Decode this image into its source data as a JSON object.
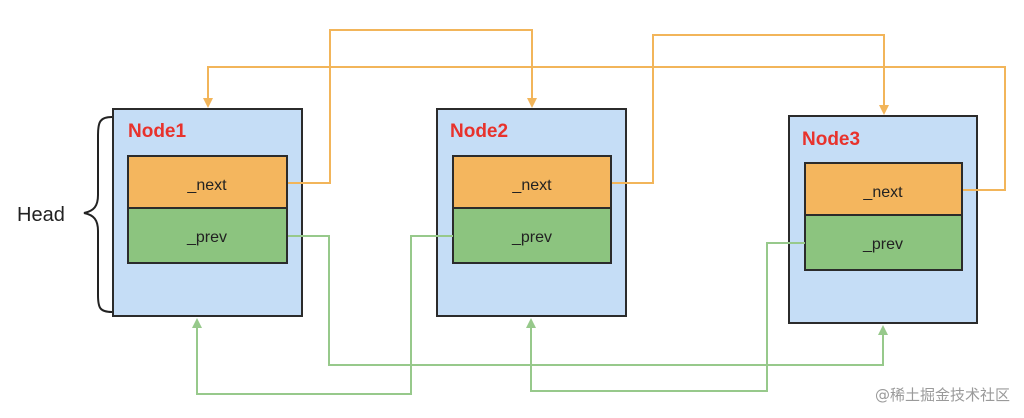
{
  "head": {
    "label": "Head"
  },
  "nodes": [
    {
      "title": "Node1",
      "next_label": "_next",
      "prev_label": "_prev"
    },
    {
      "title": "Node2",
      "next_label": "_next",
      "prev_label": "_prev"
    },
    {
      "title": "Node3",
      "next_label": "_next",
      "prev_label": "_prev"
    }
  ],
  "watermark": "@稀土掘金技术社区",
  "colors": {
    "node_fill": "#c5ddf6",
    "node_stroke": "#2b2b2b",
    "title": "#e8322c",
    "next_fill": "#f4b65e",
    "prev_fill": "#8cc47f",
    "next_arrow": "#f2b55a",
    "prev_arrow": "#97c98b",
    "text": "#222222",
    "watermark": "#9a9a9a"
  }
}
